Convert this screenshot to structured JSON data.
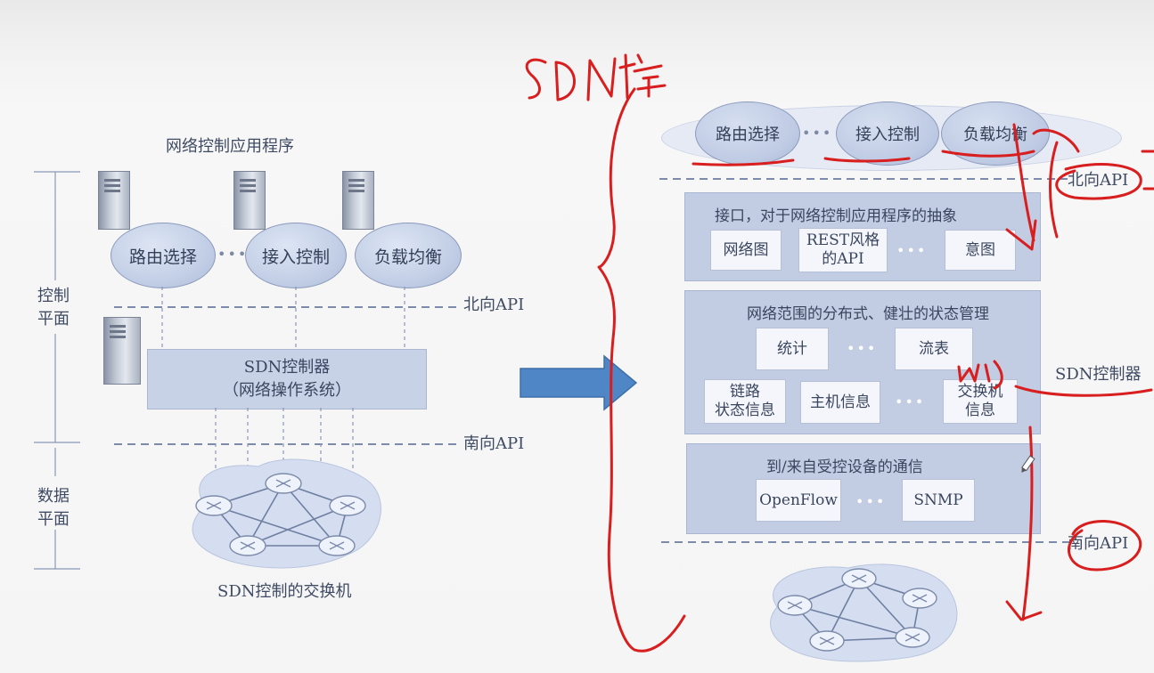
{
  "left": {
    "apps_title": "网络控制应用程序",
    "apps": [
      "路由选择",
      "接入控制",
      "负载均衡"
    ],
    "ellipsis": "•••",
    "control_plane_label": "控制\n平面",
    "data_plane_label": "数据\n平面",
    "northbound": "北向API",
    "southbound": "南向API",
    "controller_line1": "SDN控制器",
    "controller_line2": "（网络操作系统）",
    "switches_caption": "SDN控制的交换机"
  },
  "right": {
    "apps": [
      "路由选择",
      "接入控制",
      "负载均衡"
    ],
    "ellipsis": "•••",
    "northbound": "北向API",
    "southbound": "南向API",
    "controller_label": "SDN控制器",
    "layer1": {
      "title": "接口，对于网络控制应用程序的抽象",
      "boxes": [
        "网络图",
        "REST风格\n的API",
        "意图"
      ]
    },
    "layer2": {
      "title": "网络范围的分布式、健壮的状态管理",
      "row1": [
        "统计",
        "流表"
      ],
      "row2": [
        "链路\n状态信息",
        "主机信息",
        "交换机\n信息"
      ]
    },
    "layer3": {
      "title": "到/来自受控设备的通信",
      "boxes": [
        "OpenFlow",
        "SNMP"
      ]
    }
  },
  "annotations": {
    "handwritten_title": "SDN控",
    "pen_color": "#d81e1e"
  },
  "colors": {
    "arrow": "#4f86c6",
    "panel": "#c2cde3",
    "ellipse": "#c3cfe6"
  }
}
